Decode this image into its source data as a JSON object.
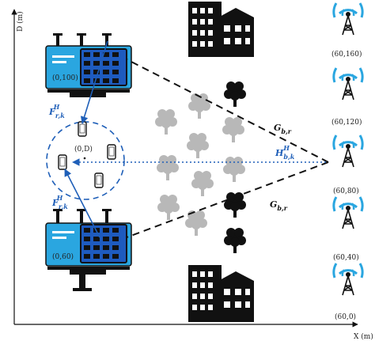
{
  "axes": {
    "y_label": "D (m)",
    "x_label": "X (m)"
  },
  "ris": [
    {
      "label": "(0,100)"
    },
    {
      "label": "(0,60)"
    }
  ],
  "user_cluster": {
    "center_label": "(0,D)"
  },
  "base_stations": [
    {
      "label": "(60,160)"
    },
    {
      "label": "(60,120)"
    },
    {
      "label": "(60,80)"
    },
    {
      "label": "(60,40)"
    },
    {
      "label": "(60,0)"
    }
  ],
  "channels": {
    "f_upper": {
      "base": "F",
      "sub": "r,k",
      "sup": "H"
    },
    "f_lower": {
      "base": "F",
      "sub": "r,k",
      "sup": "H"
    },
    "g_upper": {
      "base": "G",
      "sub": "b,r"
    },
    "g_lower": {
      "base": "G",
      "sub": "b,r"
    },
    "h_direct": {
      "base": "H",
      "sub": "b,k",
      "sup": "H"
    }
  },
  "colors": {
    "ris_panel": "#2aa6e0",
    "ris_grid": "#1e5bbf",
    "antenna": "#2aa6e0",
    "tree_grey": "#b8b8b8",
    "tree_black": "#111111",
    "blue_link": "#1f5fb8"
  }
}
